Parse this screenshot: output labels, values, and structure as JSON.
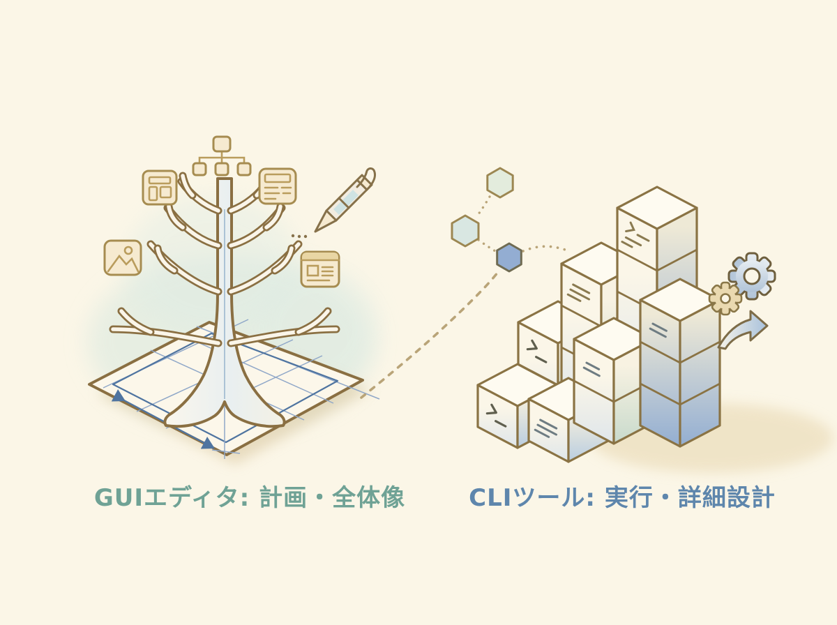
{
  "labels": {
    "left": {
      "text": "GUIエディタ: 計画・全体像",
      "color": "#6fa295"
    },
    "right": {
      "text": "CLIツール: 実行・詳細設計",
      "color": "#5e86ac"
    }
  },
  "palette": {
    "background": "#fbf6e7",
    "outline_gold": "#a68c50",
    "outline_brown": "#8a6f42",
    "blueprint_blue": "#4f74a0",
    "hexagon_blue": "#93add2",
    "watercolor_green": "#d8e8df",
    "dash_tan": "#b9a478"
  },
  "left_scene": {
    "subject": "bare tree growing from isometric blueprint sheet",
    "icons": [
      {
        "name": "layout-wireframe-icon"
      },
      {
        "name": "sitemap-icon"
      },
      {
        "name": "document-text-icon"
      },
      {
        "name": "pen-icon"
      },
      {
        "name": "image-icon"
      },
      {
        "name": "webpage-icon"
      }
    ]
  },
  "connector": {
    "hexagon_count": 3,
    "style": "dotted curved path"
  },
  "right_scene": {
    "subject": "isometric staircase of terminal code cubes",
    "icons": [
      {
        "name": "gear-large-icon"
      },
      {
        "name": "gear-small-icon"
      },
      {
        "name": "curved-arrow-icon"
      }
    ]
  }
}
